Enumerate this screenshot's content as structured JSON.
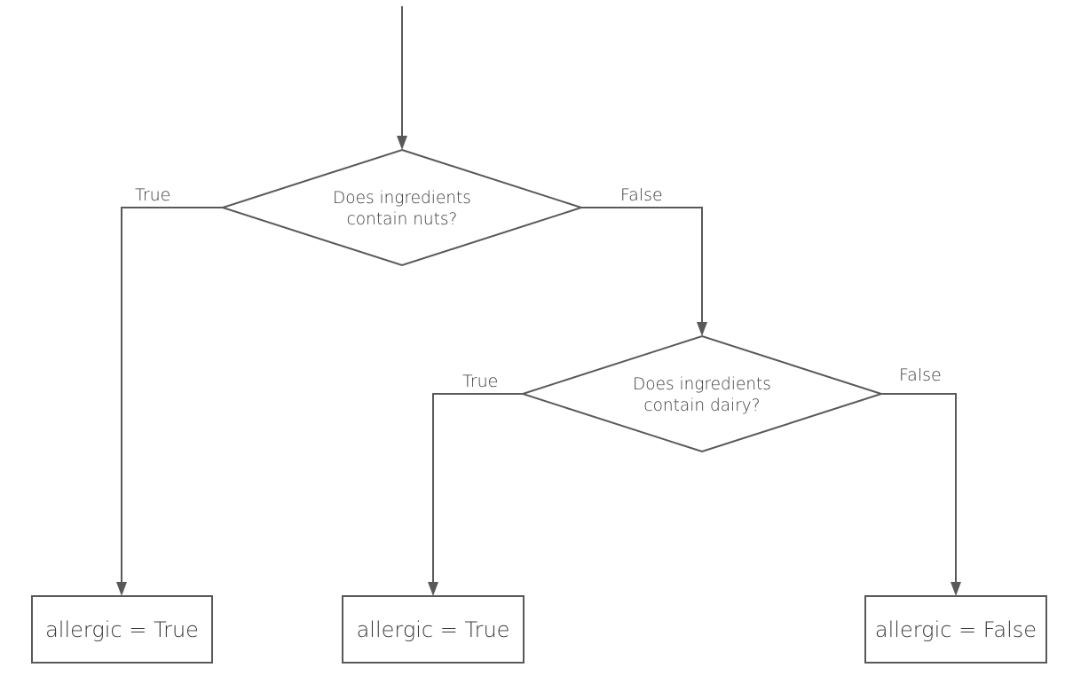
{
  "decisions": [
    {
      "line1": "Does ingredients",
      "line2": "contain nuts?"
    },
    {
      "line1": "Does ingredients",
      "line2": "contain dairy?"
    }
  ],
  "edges": {
    "d1_true": "True",
    "d1_false": "False",
    "d2_true": "True",
    "d2_false": "False"
  },
  "outcomes": [
    "allergic = True",
    "allergic = True",
    "allergic = False"
  ]
}
